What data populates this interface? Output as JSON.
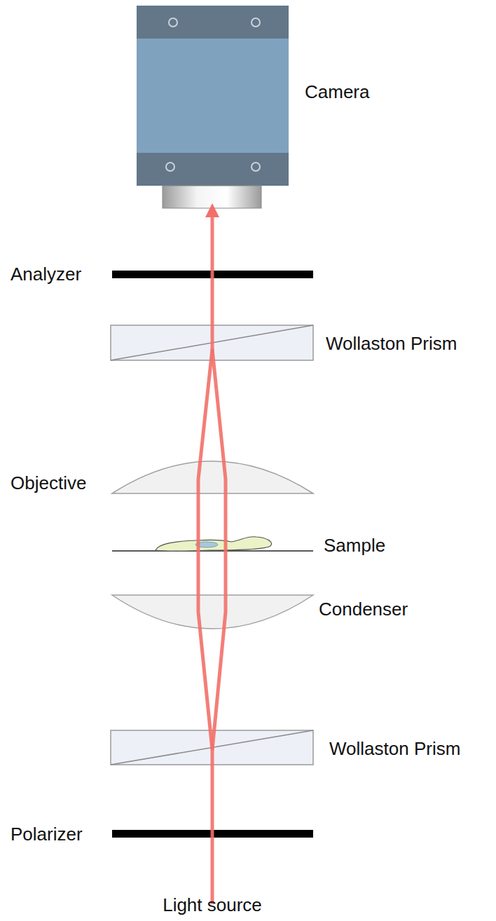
{
  "diagram": {
    "labels": [
      "Camera",
      "Analyzer",
      "Wollaston Prism",
      "Objective",
      "Sample",
      "Condenser",
      "Wollaston Prism",
      "Polarizer",
      "Light source"
    ]
  }
}
